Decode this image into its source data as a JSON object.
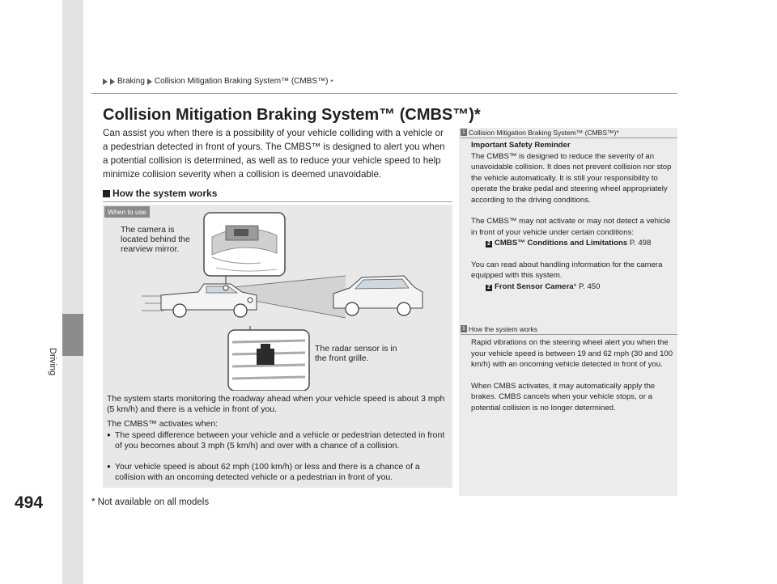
{
  "breadcrumb": {
    "item1": "Braking",
    "item2": "Collision Mitigation Braking System™ (CMBS™)",
    "item2_suffix": "*"
  },
  "title": "Collision Mitigation Braking System™ (CMBS™)*",
  "intro": "Can assist you when there is a possibility of your vehicle colliding with a vehicle or a pedestrian detected in front of yours. The CMBS™ is designed to alert you when a potential collision is determined, as well as to reduce your vehicle speed to help minimize collision severity when a collision is deemed unavoidable.",
  "section": {
    "heading": "How the system works",
    "tag": "When to use",
    "camera_label": "The camera is located behind the rearview mirror.",
    "radar_label": "The radar sensor is in the front grille.",
    "monitor_text": "The system starts monitoring the roadway ahead when your vehicle speed is about 3 mph (5 km/h) and there is a vehicle in front of you.",
    "activates_when": "The CMBS™ activates when:",
    "bullets": [
      "The speed difference between your vehicle and a vehicle or pedestrian detected in front of you becomes about 3 mph (5 km/h) and over with a chance of a collision.",
      "Your vehicle speed is about 62 mph (100 km/h) or less and there is a chance of a collision with an oncoming detected vehicle or a pedestrian in front of you."
    ]
  },
  "notes": {
    "note1": {
      "num": "1",
      "head": "Collision Mitigation Braking System™ (CMBS™)*",
      "safety_title": "Important Safety Reminder",
      "p1": "The CMBS™ is designed to reduce the severity of an unavoidable collision. It does not prevent collision nor stop the vehicle automatically. It is still your responsibility to operate the brake pedal and steering wheel appropriately according to the driving conditions.",
      "p2": "The CMBS™ may not activate or may not detect a vehicle in front of your vehicle under certain conditions:",
      "ref1_icon": "2",
      "ref1_label": "CMBS™ Conditions and Limitations",
      "ref1_page": "P. 498",
      "p3": "You can read about handling information for the camera equipped with this system.",
      "ref2_icon": "2",
      "ref2_label": "Front Sensor Camera",
      "ref2_star": "*",
      "ref2_page": "P. 450"
    },
    "note2": {
      "num": "1",
      "head": "How the system works",
      "p1": "Rapid vibrations on the steering wheel alert you when the your vehicle speed is between 19 and 62 mph (30 and 100 km/h) with an oncoming vehicle detected in front of you.",
      "p2": "When CMBS activates, it may automatically apply the brakes. CMBS cancels when your vehicle stops, or a potential collision is no longer determined."
    }
  },
  "side_label": "Driving",
  "page_number": "494",
  "footnote": "* Not available on all models"
}
